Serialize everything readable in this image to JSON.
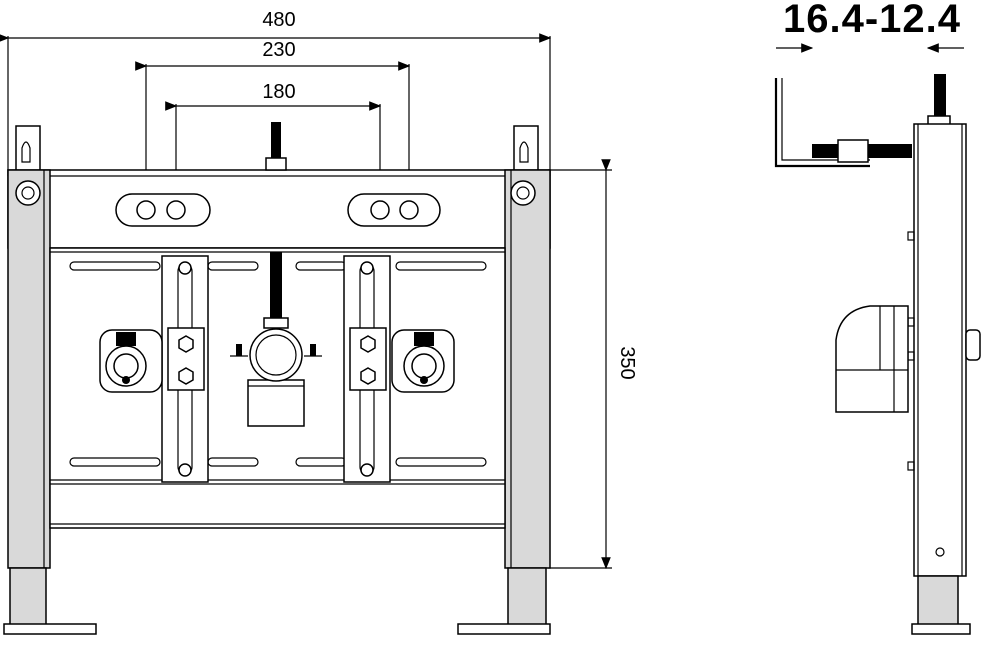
{
  "front_view": {
    "dim_overall_width": "480",
    "dim_outer_pipes": "230",
    "dim_inner_pipes": "180",
    "dim_height": "350"
  },
  "side_view": {
    "depth_range": "16.4-12.4"
  }
}
